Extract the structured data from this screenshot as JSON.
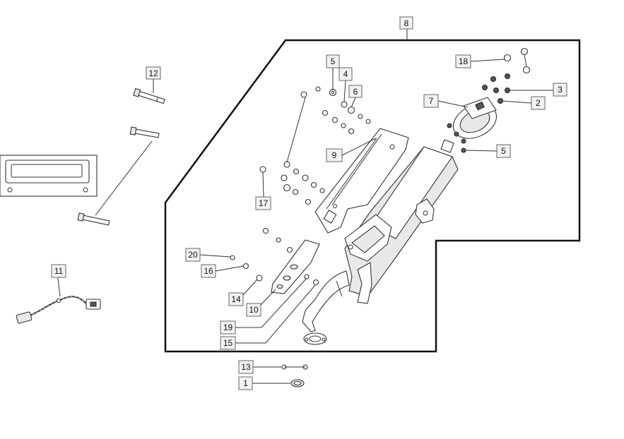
{
  "callouts": [
    {
      "id": "c8",
      "label": "8"
    },
    {
      "id": "c12",
      "label": "12"
    },
    {
      "id": "c5a",
      "label": "5"
    },
    {
      "id": "c4",
      "label": "4"
    },
    {
      "id": "c6",
      "label": "6"
    },
    {
      "id": "c18",
      "label": "18"
    },
    {
      "id": "c3",
      "label": "3"
    },
    {
      "id": "c7",
      "label": "7"
    },
    {
      "id": "c2",
      "label": "2"
    },
    {
      "id": "c9",
      "label": "9"
    },
    {
      "id": "c5b",
      "label": "5"
    },
    {
      "id": "c17",
      "label": "17"
    },
    {
      "id": "c20",
      "label": "20"
    },
    {
      "id": "c16",
      "label": "16"
    },
    {
      "id": "c11",
      "label": "11"
    },
    {
      "id": "c14",
      "label": "14"
    },
    {
      "id": "c10",
      "label": "10"
    },
    {
      "id": "c19",
      "label": "19"
    },
    {
      "id": "c15",
      "label": "15"
    },
    {
      "id": "c13",
      "label": "13"
    },
    {
      "id": "c1",
      "label": "1"
    }
  ]
}
